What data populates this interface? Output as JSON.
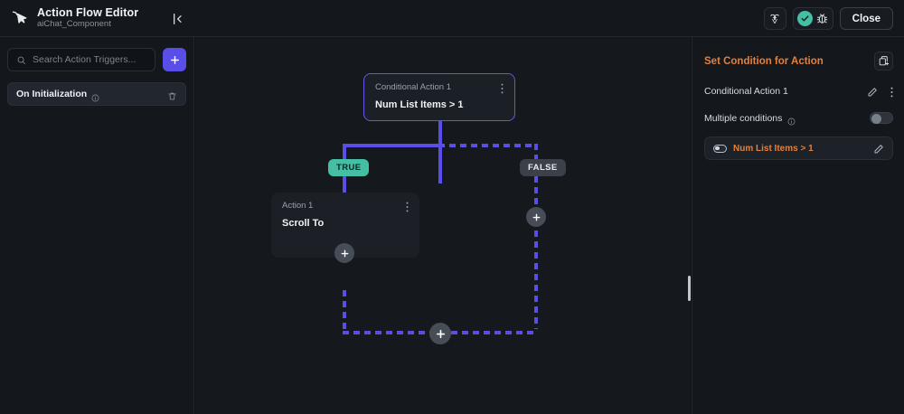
{
  "topbar": {
    "brand_icon": "cursor-flow-icon",
    "title": "Action Flow Editor",
    "subtitle": "aiChat_Component",
    "collapse_icon": "collapse-panel-icon",
    "actions": {
      "pointer_icon": "pointer-debug-icon",
      "check_icon": "check-circle-icon",
      "bug_icon": "bug-icon",
      "close_label": "Close"
    }
  },
  "sidebar": {
    "search": {
      "icon": "search-icon",
      "placeholder": "Search Action Triggers...",
      "value": ""
    },
    "add_label": "+",
    "triggers": [
      {
        "label": "On Initialization",
        "info_icon": "info-icon",
        "delete_icon": "trash-icon"
      }
    ]
  },
  "canvas": {
    "nodes": [
      {
        "sub": "Conditional Action 1",
        "title": "Num List Items  >  1",
        "menu_icon": "kebab-menu-icon"
      },
      {
        "sub": "Action 1",
        "title": "Scroll To",
        "menu_icon": "kebab-menu-icon"
      }
    ],
    "badges": {
      "true_label": "TRUE",
      "false_label": "FALSE"
    },
    "add_icon": "plus-icon",
    "colors": {
      "edge": "#5a4ee8",
      "true_badge": "#45bfa4",
      "false_badge": "#3b4049"
    }
  },
  "rightpanel": {
    "title": "Set Condition for Action",
    "copy_icon": "copy-add-icon",
    "action_name": "Conditional Action 1",
    "edit_icon": "pencil-icon",
    "menu_icon": "kebab-menu-icon",
    "multiple_conditions_label": "Multiple conditions",
    "multiple_conditions_info_icon": "info-icon",
    "multiple_conditions_enabled": false,
    "condition": {
      "toggle_icon": "toggle-icon",
      "text": "Num List Items  >  1",
      "edit_icon": "pencil-icon"
    },
    "accent_color": "#e4803c"
  }
}
